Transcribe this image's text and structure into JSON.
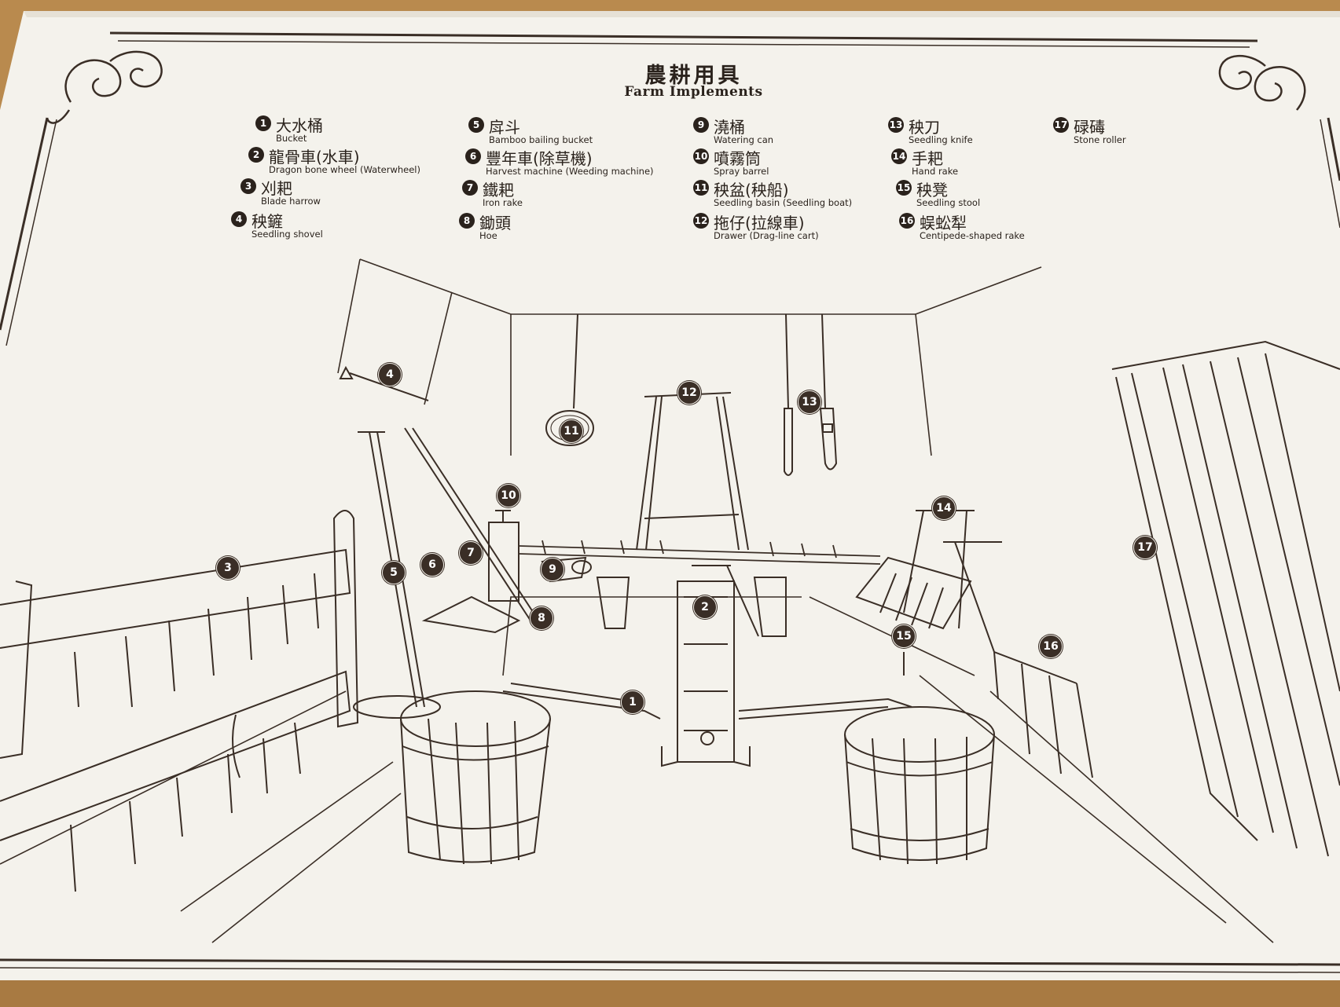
{
  "title": {
    "zh": "農耕用具",
    "en": "Farm Implements"
  },
  "legend": [
    {
      "num": "1",
      "zh": "大水桶",
      "en": "Bucket"
    },
    {
      "num": "2",
      "zh": "龍骨車(水車)",
      "en": "Dragon bone wheel (Waterwheel)"
    },
    {
      "num": "3",
      "zh": "刈耙",
      "en": "Blade harrow"
    },
    {
      "num": "4",
      "zh": "秧鏟",
      "en": "Seedling shovel"
    },
    {
      "num": "5",
      "zh": "戽斗",
      "en": "Bamboo bailing bucket"
    },
    {
      "num": "6",
      "zh": "豐年車(除草機)",
      "en": "Harvest machine (Weeding machine)"
    },
    {
      "num": "7",
      "zh": "鐵耙",
      "en": "Iron rake"
    },
    {
      "num": "8",
      "zh": "鋤頭",
      "en": "Hoe"
    },
    {
      "num": "9",
      "zh": "澆桶",
      "en": "Watering can"
    },
    {
      "num": "10",
      "zh": "噴霧筒",
      "en": "Spray barrel"
    },
    {
      "num": "11",
      "zh": "秧盆(秧船)",
      "en": "Seedling basin (Seedling boat)"
    },
    {
      "num": "12",
      "zh": "拖仔(拉線車)",
      "en": "Drawer (Drag-line cart)"
    },
    {
      "num": "13",
      "zh": "秧刀",
      "en": "Seedling knife"
    },
    {
      "num": "14",
      "zh": "手耙",
      "en": "Hand rake"
    },
    {
      "num": "15",
      "zh": "秧凳",
      "en": "Seedling stool"
    },
    {
      "num": "16",
      "zh": "蜈蚣犁",
      "en": "Centipede-shaped rake"
    },
    {
      "num": "17",
      "zh": "碌碡",
      "en": "Stone roller"
    }
  ],
  "markers": [
    "1",
    "2",
    "3",
    "4",
    "5",
    "6",
    "7",
    "8",
    "9",
    "10",
    "11",
    "12",
    "13",
    "14",
    "15",
    "16",
    "17"
  ],
  "colors": {
    "frame_wood": "#b98a4e",
    "board": "#f4f2ec",
    "ink": "#2e2620"
  }
}
